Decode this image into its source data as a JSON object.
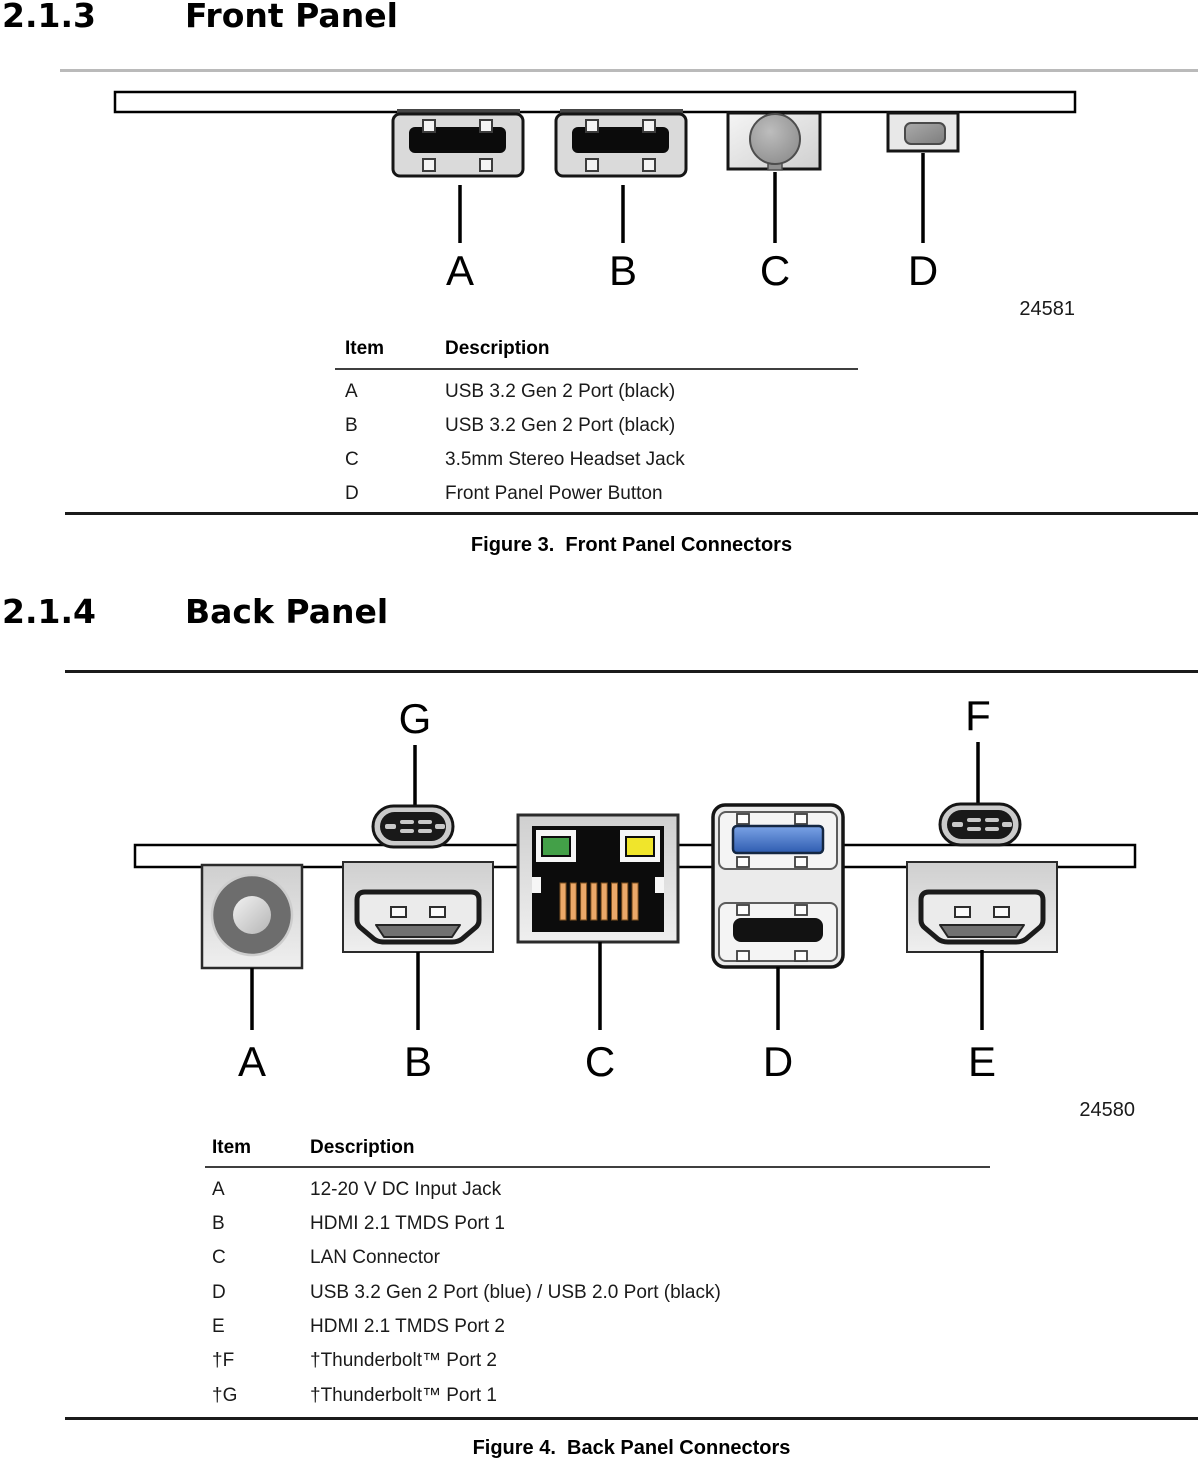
{
  "front": {
    "section_number": "2.1.3",
    "section_title": "Front Panel",
    "diagram": {
      "drawing_number": "24581",
      "labels": {
        "a": "A",
        "b": "B",
        "c": "C",
        "d": "D"
      }
    },
    "table": {
      "header_item": "Item",
      "header_description": "Description",
      "rows": [
        [
          "A",
          "USB 3.2 Gen 2 Port (black)"
        ],
        [
          "B",
          "USB 3.2 Gen 2 Port (black)"
        ],
        [
          "C",
          "3.5mm Stereo Headset Jack"
        ],
        [
          "D",
          "Front Panel Power Button"
        ]
      ]
    },
    "caption": "Figure 3.  Front Panel Connectors"
  },
  "back": {
    "section_number": "2.1.4",
    "section_title": "Back Panel",
    "diagram": {
      "drawing_number": "24580",
      "labels_top": {
        "g": "G",
        "f": "F"
      },
      "labels_bottom": {
        "a": "A",
        "b": "B",
        "c": "C",
        "d": "D",
        "e": "E"
      }
    },
    "table": {
      "header_item": "Item",
      "header_description": "Description",
      "rows": [
        [
          "A",
          "12-20 V DC Input Jack"
        ],
        [
          "B",
          "HDMI 2.1 TMDS Port 1"
        ],
        [
          "C",
          "LAN Connector"
        ],
        [
          "D",
          "USB 3.2 Gen 2 Port (blue) / USB 2.0 Port (black)"
        ],
        [
          "E",
          "HDMI 2.1 TMDS Port 2"
        ],
        [
          "†F",
          "†Thunderbolt™ Port 2"
        ],
        [
          "†G",
          "†Thunderbolt™ Port 1"
        ]
      ]
    },
    "caption": "Figure 4.  Back Panel Connectors"
  },
  "colors": {
    "usb3_blue": "#3A6EC5",
    "lan_led_green": "#43A048",
    "lan_led_yellow": "#F0E52B",
    "lan_pin_orange": "#EBA869"
  }
}
